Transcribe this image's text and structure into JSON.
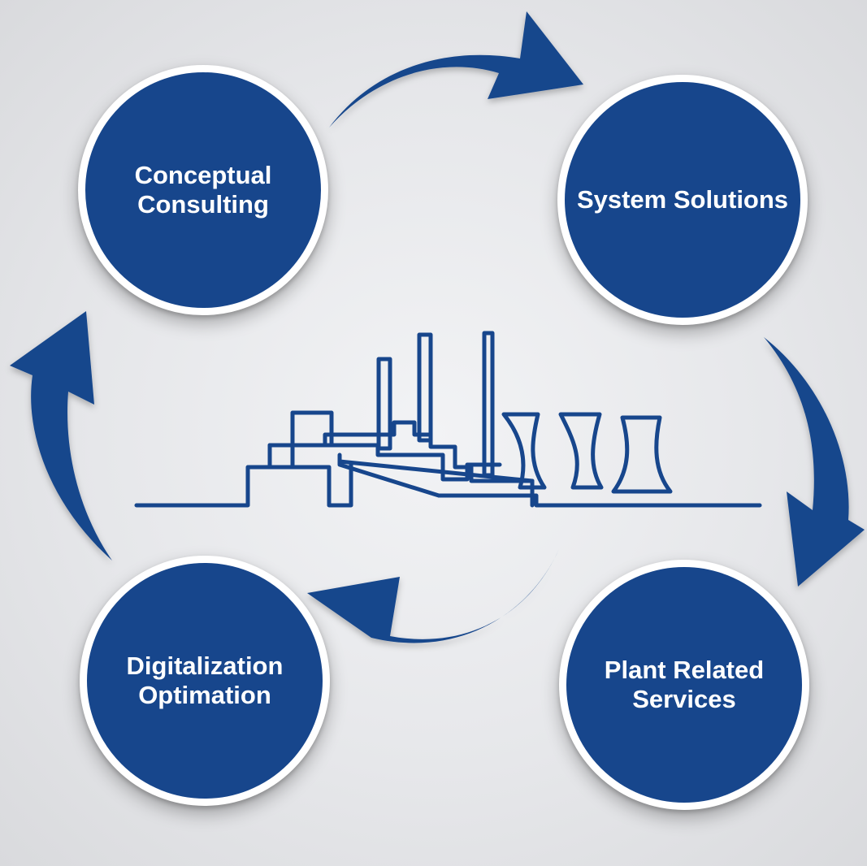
{
  "colors": {
    "primary_blue": "#17468c",
    "circle_border": "#ffffff",
    "background": "#e6e7ea"
  },
  "stages": [
    {
      "label": "Conceptual\nConsulting"
    },
    {
      "label": "System Solutions"
    },
    {
      "label": "Plant Related\nServices"
    },
    {
      "label": "Digitalization\nOptimation"
    }
  ],
  "center_icon": "power-plant-icon",
  "arrow_icon": "curved-arrow-icon"
}
